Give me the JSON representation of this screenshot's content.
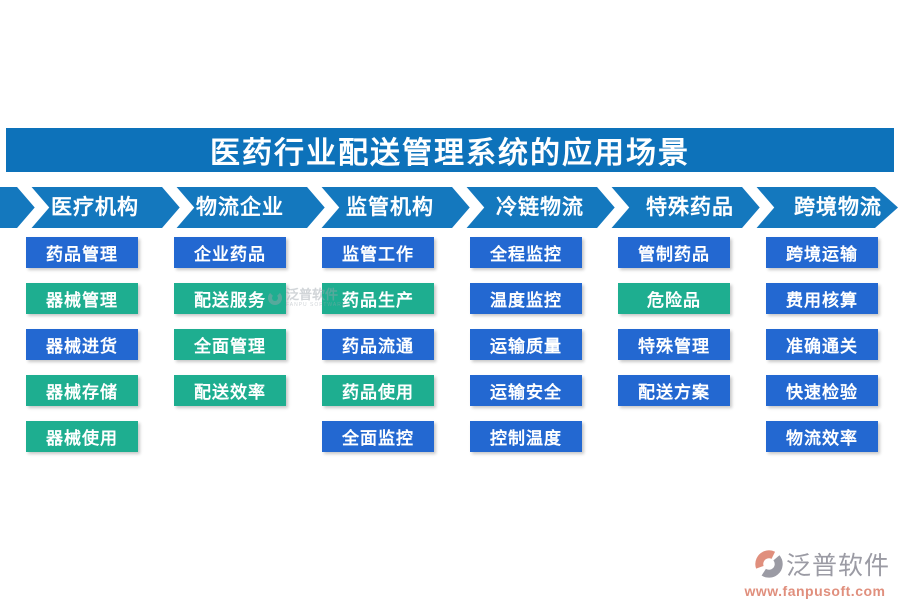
{
  "page": {
    "title": "医药行业配送管理系统的应用场景"
  },
  "columns": [
    {
      "header": "医疗机构",
      "items": [
        {
          "label": "药品管理",
          "color": "blue"
        },
        {
          "label": "器械管理",
          "color": "teal"
        },
        {
          "label": "器械进货",
          "color": "blue"
        },
        {
          "label": "器械存储",
          "color": "teal"
        },
        {
          "label": "器械使用",
          "color": "teal"
        }
      ]
    },
    {
      "header": "物流企业",
      "items": [
        {
          "label": "企业药品",
          "color": "blue"
        },
        {
          "label": "配送服务",
          "color": "teal"
        },
        {
          "label": "全面管理",
          "color": "teal"
        },
        {
          "label": "配送效率",
          "color": "teal"
        }
      ]
    },
    {
      "header": "监管机构",
      "items": [
        {
          "label": "监管工作",
          "color": "blue"
        },
        {
          "label": "药品生产",
          "color": "teal"
        },
        {
          "label": "药品流通",
          "color": "blue"
        },
        {
          "label": "药品使用",
          "color": "teal"
        },
        {
          "label": "全面监控",
          "color": "blue"
        }
      ]
    },
    {
      "header": "冷链物流",
      "items": [
        {
          "label": "全程监控",
          "color": "blue"
        },
        {
          "label": "温度监控",
          "color": "blue"
        },
        {
          "label": "运输质量",
          "color": "blue"
        },
        {
          "label": "运输安全",
          "color": "blue"
        },
        {
          "label": "控制温度",
          "color": "blue"
        }
      ]
    },
    {
      "header": "特殊药品",
      "items": [
        {
          "label": "管制药品",
          "color": "blue"
        },
        {
          "label": "危险品",
          "color": "teal"
        },
        {
          "label": "特殊管理",
          "color": "blue"
        },
        {
          "label": "配送方案",
          "color": "blue"
        }
      ]
    },
    {
      "header": "跨境物流",
      "items": [
        {
          "label": "跨境运输",
          "color": "blue"
        },
        {
          "label": "费用核算",
          "color": "blue"
        },
        {
          "label": "准确通关",
          "color": "blue"
        },
        {
          "label": "快速检验",
          "color": "blue"
        },
        {
          "label": "物流效率",
          "color": "blue"
        }
      ]
    }
  ],
  "watermark": {
    "name": "泛普软件",
    "subtext": "FANPU SOFTWARE"
  },
  "brand": {
    "name": "泛普软件",
    "url": "www.fanpusoft.com"
  },
  "colors": {
    "title_bar": "#0d72ba",
    "ribbon_blue": "#1478be",
    "box_blue": "#2368d1",
    "box_teal": "#1eae90",
    "brand_gray": "#9b9ba4",
    "brand_salmon": "#e08f7d",
    "watermark_gray": "#9aa3ab"
  }
}
